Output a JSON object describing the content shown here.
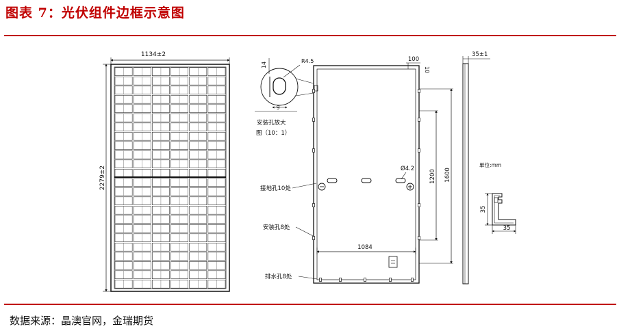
{
  "header": {
    "title": "图表 7：光伏组件边框示意图"
  },
  "footer": {
    "source": "数据来源：晶澳官网，金瑞期货"
  },
  "drawing": {
    "panel_width": "1134±2",
    "panel_height": "2279±2",
    "detail_radius": "R4.5",
    "detail_top_dim": "14",
    "detail_bottom_dim": "9",
    "detail_caption_1": "安装孔放大",
    "detail_caption_2": "图（10：1）",
    "top_right_dim_1": "100",
    "top_right_dim_2": "10",
    "hole_dia": "Ø4.2",
    "dim_1200": "1200",
    "dim_1600": "1600",
    "dim_1084": "1084",
    "label_ground": "接地孔10处",
    "label_mount": "安装孔8处",
    "label_drain": "排水孔8处",
    "unit": "单位:mm",
    "side_thickness": "35±1",
    "profile_height": "35",
    "profile_width": "35"
  }
}
